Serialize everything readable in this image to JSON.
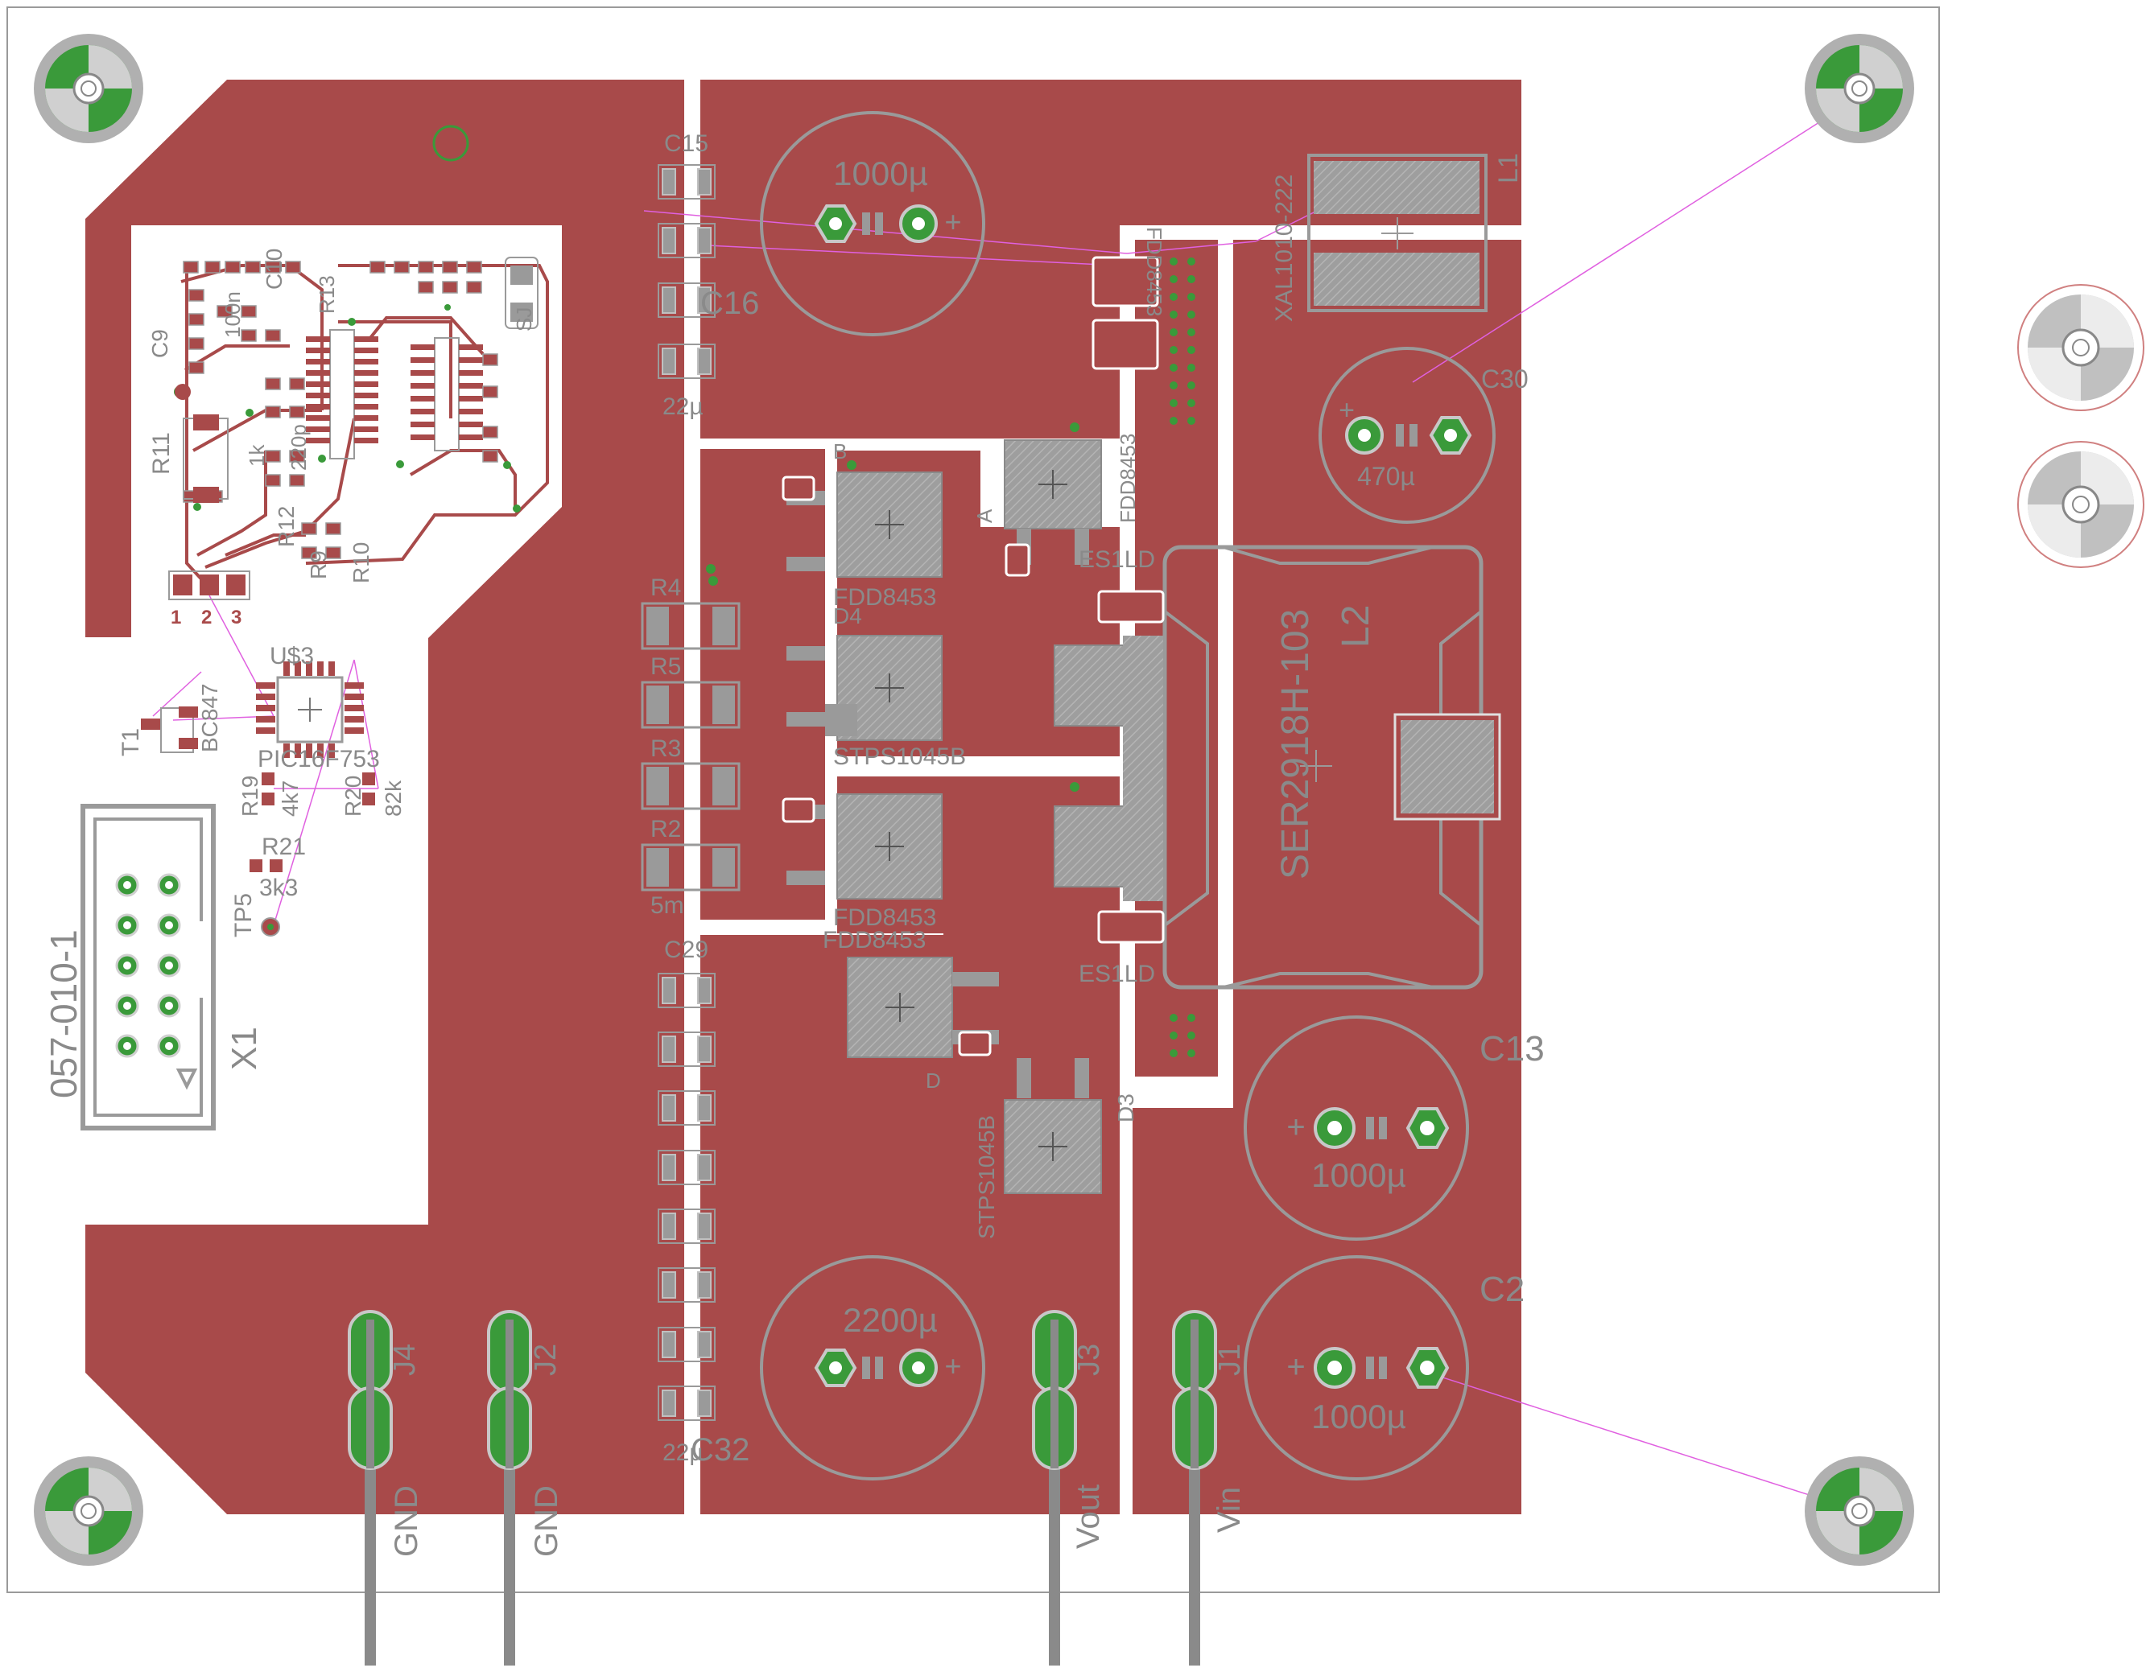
{
  "colors": {
    "copper": "#a84a4a",
    "outline": "#9a9a9a",
    "pad_green": "#3a9a3a",
    "airwire": "#e060e0",
    "pad_light": "#c88080",
    "background": "#ffffff"
  },
  "capacitors": {
    "c15": "C15",
    "c16": "C16",
    "c30": "C30",
    "c13": "C13",
    "c2": "C2",
    "c29": "C29",
    "c32": "C32",
    "c9": "C9",
    "c10": "C10",
    "c1000_top": "1000µ",
    "c470": "470µ",
    "c1000_c13": "1000µ",
    "c1000_c2": "1000µ",
    "c2200": "2200µ",
    "c22_top": "22µ",
    "c22_bottom": "22µ"
  },
  "inductors": {
    "l1": "L1",
    "l1_part": "XAL1010-222",
    "l2": "L2",
    "l2_part": "SER2918H-103"
  },
  "semis": {
    "fdd_a": "FDD8453",
    "fdd_b": "FDD8453",
    "fdd_c": "FDD8453",
    "fdd_d": "FDD8453",
    "fdd_e": "FDD8453",
    "d4": "D4",
    "stps_a": "STPS1045B",
    "stps_b": "STPS1045B",
    "es1ld_a": "ES1LD",
    "es1ld_b": "ES1LD",
    "d3": "D3",
    "u3": "U$3",
    "pic": "PIC16F753",
    "t1": "T1",
    "bc847": "BC847",
    "letter_a": "A",
    "letter_b": "B",
    "letter_d": "D"
  },
  "resistors": {
    "r4": "R4",
    "r5": "R5",
    "r3": "R3",
    "r2": "R2",
    "r5m": "5m",
    "r11": "R11",
    "r12": "R12",
    "r9": "R9",
    "r10": "R10",
    "r13": "R13",
    "r19": "R19",
    "r19_val": "4k7",
    "r20": "R20",
    "r20_val": "82k",
    "r21": "R21",
    "r21_val": "3k3",
    "r1k": "1k",
    "r220": "220p",
    "r100": "100n"
  },
  "connectors": {
    "x1": "X1",
    "x1_part": "057-010-1",
    "tp5": "TP5",
    "j4": "J4",
    "j2": "J2",
    "j3": "J3",
    "j1": "J1",
    "gnd1": "GND",
    "gnd2": "GND",
    "vout": "Vout",
    "vin": "Vin",
    "sj": "SJ",
    "pin1": "1",
    "pin2": "2",
    "pin3": "3"
  }
}
